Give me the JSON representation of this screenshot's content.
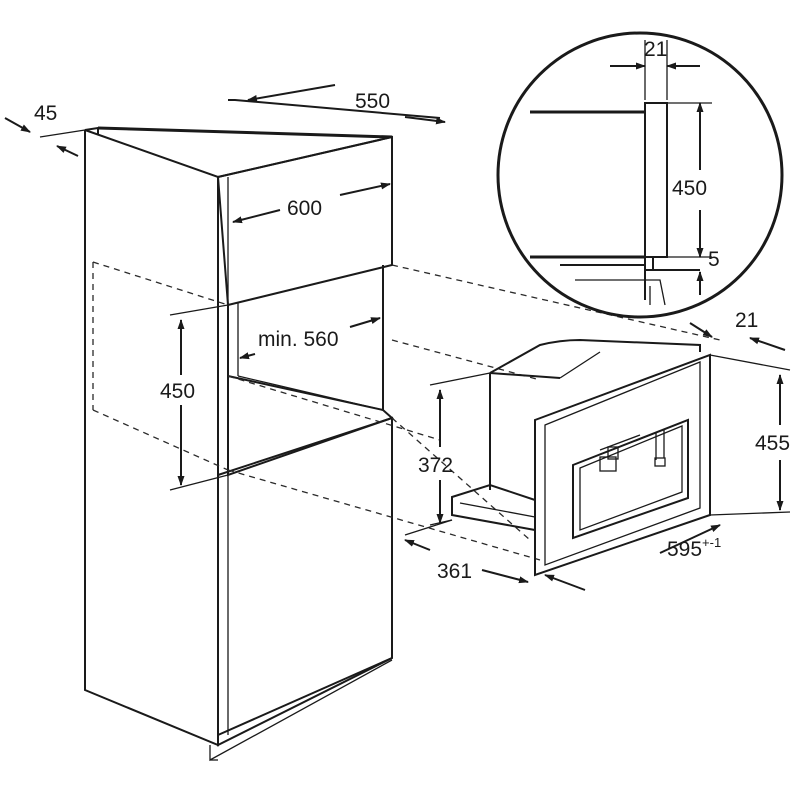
{
  "dimensions": {
    "cabinet_depth_offset": "45",
    "cabinet_depth": "550",
    "cabinet_width": "600",
    "niche_height": "450",
    "niche_min_width": "min. 560",
    "detail_panel_thickness": "21",
    "detail_niche_height": "450",
    "detail_gap": "5",
    "appliance_front_thickness": "21",
    "appliance_front_height": "455",
    "appliance_body_height": "372",
    "appliance_depth": "361",
    "appliance_width": "595",
    "appliance_width_tolerance": "+-1"
  },
  "icons": {
    "cabinet": "tall-cabinet-illustration",
    "appliance": "built-in-coffee-machine-illustration",
    "detail": "magnified-detail-circle"
  }
}
